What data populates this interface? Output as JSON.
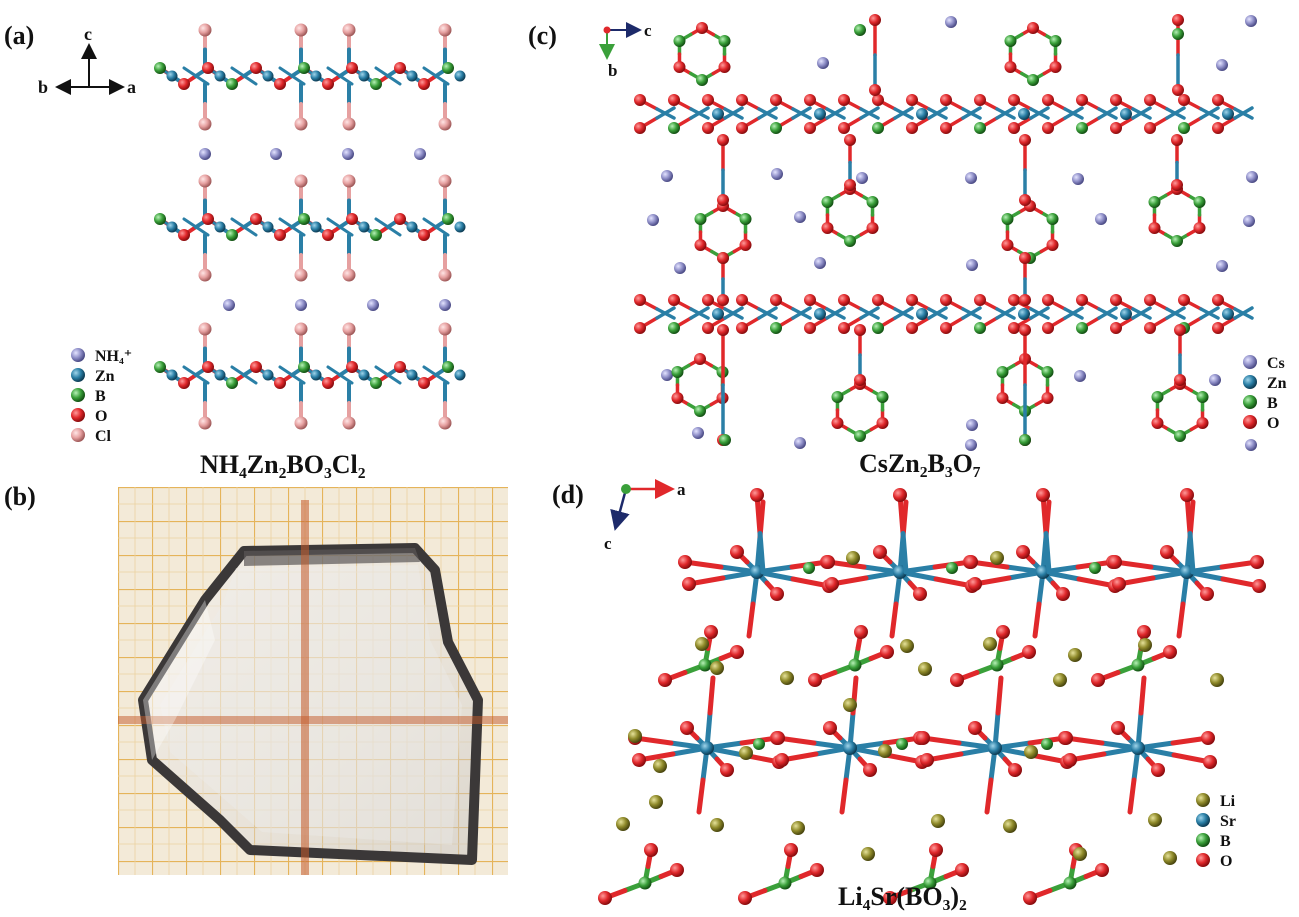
{
  "colors": {
    "O": "#e0282b",
    "Zn": "#2a7fa6",
    "B": "#3aa03a",
    "Cl": "#e6a0a0",
    "NH4": "#8f8fc8",
    "Cs": "#8f8fc8",
    "Sr": "#2a7fa6",
    "Li": "#8f8a2a",
    "bondZn": "#2a7fa6",
    "bondO": "#e0282b"
  },
  "panels": {
    "a": {
      "label": "(a)",
      "title": "NH₄Zn₂BO₃Cl₂",
      "axes": [
        "c",
        "b",
        "a"
      ],
      "legend": [
        {
          "symbol": "NH4",
          "text": "NH₄⁺"
        },
        {
          "symbol": "Zn",
          "text": "Zn"
        },
        {
          "symbol": "B",
          "text": "B"
        },
        {
          "symbol": "O",
          "text": "O"
        },
        {
          "symbol": "Cl",
          "text": "Cl"
        }
      ]
    },
    "b": {
      "label": "(b)"
    },
    "c": {
      "label": "(c)",
      "title": "CsZn₂B₃O₇",
      "axes": [
        "c",
        "b"
      ],
      "legend": [
        {
          "symbol": "Cs",
          "text": "Cs"
        },
        {
          "symbol": "Zn",
          "text": "Zn"
        },
        {
          "symbol": "B",
          "text": "B"
        },
        {
          "symbol": "O",
          "text": "O"
        }
      ]
    },
    "d": {
      "label": "(d)",
      "title": "Li₄Sr(BO₃)₂",
      "axes": [
        "a",
        "c"
      ],
      "legend": [
        {
          "symbol": "Li",
          "text": "Li"
        },
        {
          "symbol": "Sr",
          "text": "Sr"
        },
        {
          "symbol": "B",
          "text": "B"
        },
        {
          "symbol": "O",
          "text": "O"
        }
      ]
    }
  }
}
